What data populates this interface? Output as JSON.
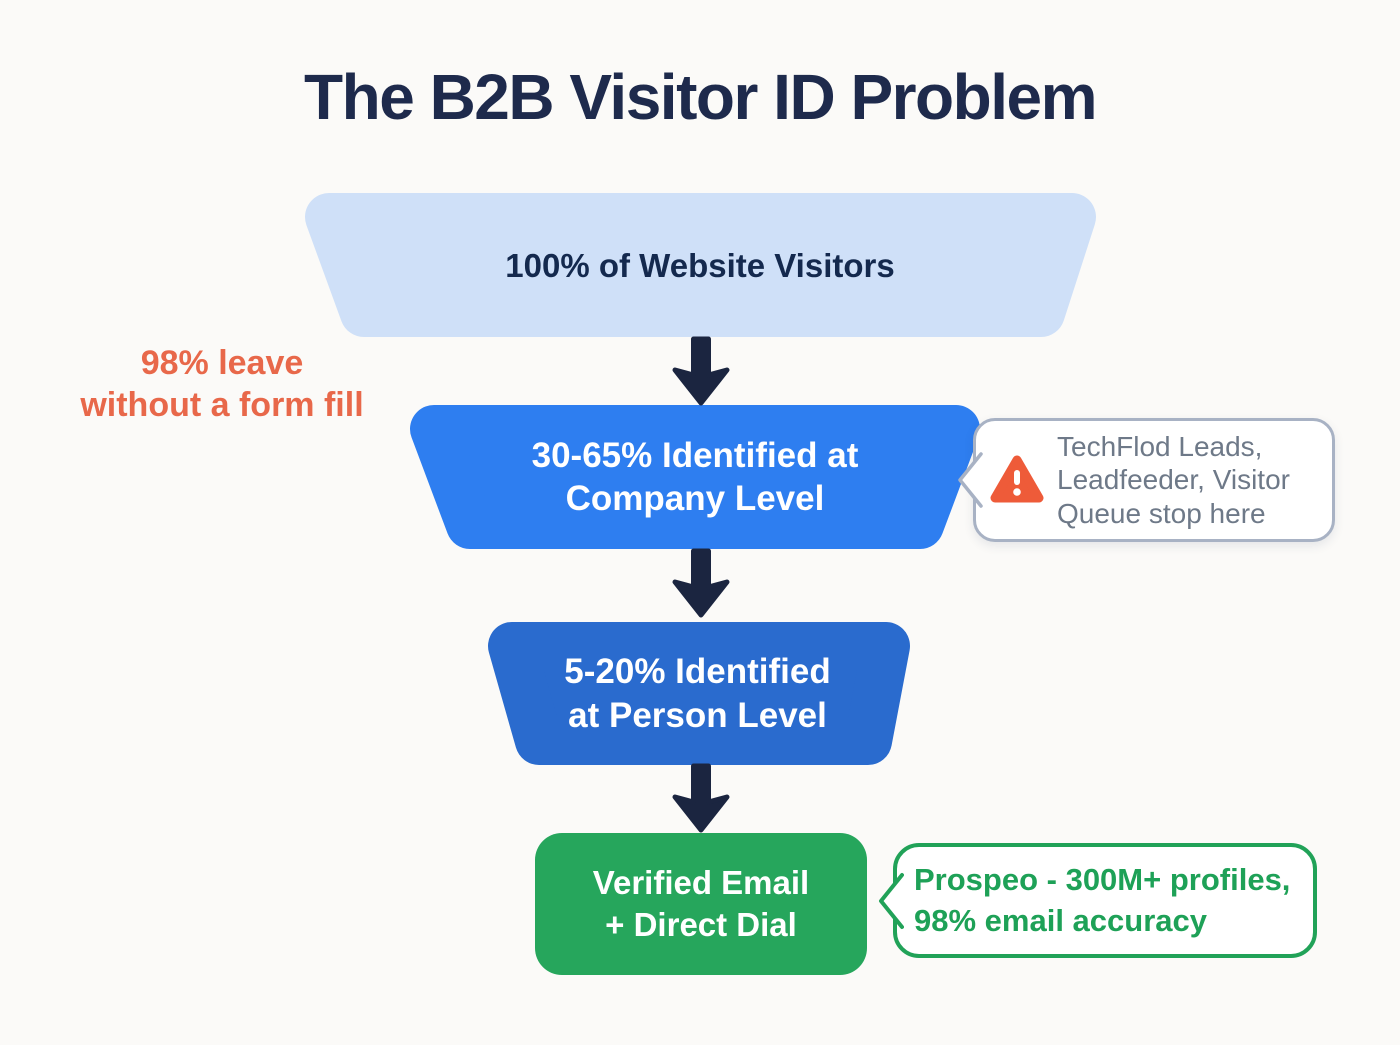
{
  "title": "The B2B Visitor ID Problem",
  "side_note": {
    "lines": [
      "98% leave",
      "without a form fill"
    ],
    "color": "#e8684a"
  },
  "funnel": {
    "stages": [
      {
        "name": "all-visitors",
        "label_lines": [
          "100% of Website Visitors"
        ],
        "fill": "#cfe0f8",
        "text_color": "#14294e"
      },
      {
        "name": "company-level",
        "label_lines": [
          "30-65% Identified at",
          "Company Level"
        ],
        "fill": "#2e7ef0",
        "text_color": "#ffffff"
      },
      {
        "name": "person-level",
        "label_lines": [
          "5-20% Identified",
          "at Person Level"
        ],
        "fill": "#2a6bce",
        "text_color": "#ffffff"
      },
      {
        "name": "verified-email",
        "label_lines": [
          "Verified Email",
          "+ Direct Dial"
        ],
        "fill": "#26a65c",
        "text_color": "#ffffff"
      }
    ]
  },
  "callouts": {
    "company_tools": {
      "lines": [
        "TechFlod Leads,",
        "Leadfeeder, Visitor",
        "Queue stop here"
      ],
      "icon": "warning-triangle",
      "border_color": "#a8b2c4",
      "text_color": "#6e7988",
      "icon_color": "#ee5b39"
    },
    "prospeo": {
      "lines": [
        "Prospeo - 300M+ profiles,",
        "98% email accuracy"
      ],
      "border_color": "#21a258",
      "text_color": "#1ea157"
    }
  },
  "colors": {
    "background": "#fbfaf8",
    "title": "#1e2a4c",
    "arrow": "#1b2540"
  }
}
